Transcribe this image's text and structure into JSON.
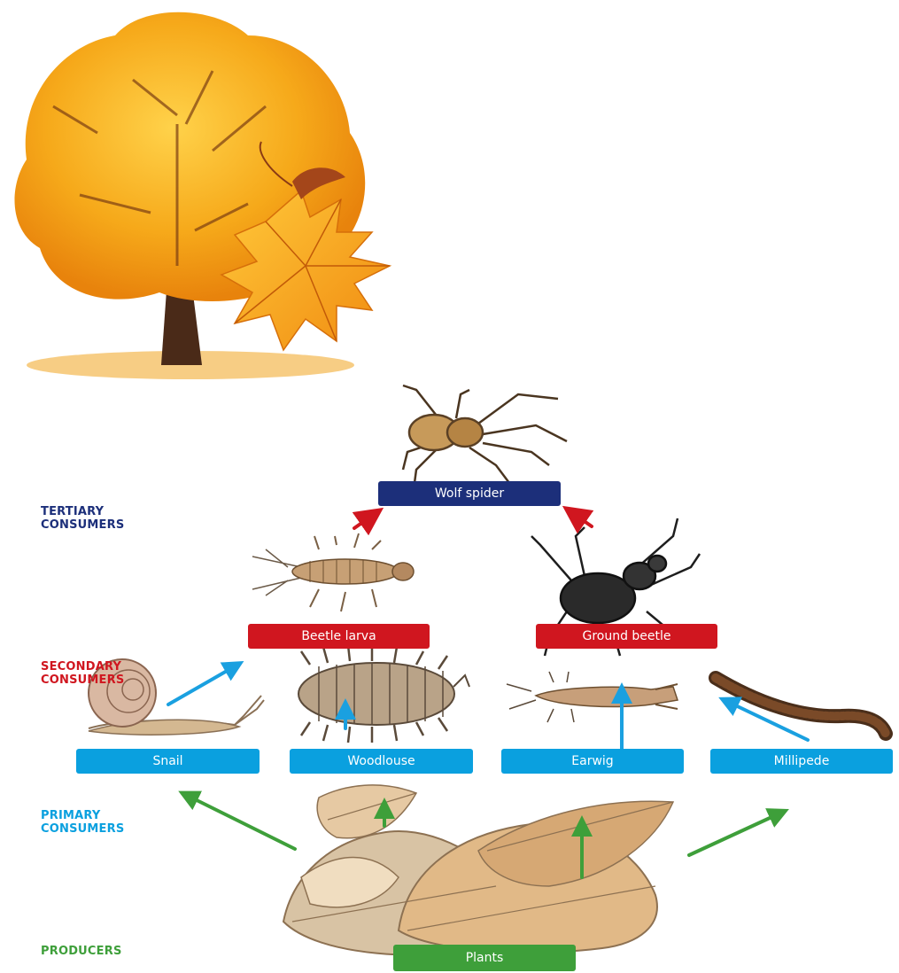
{
  "levels": {
    "tertiary": "TERTIARY\nCONSUMERS",
    "secondary": "SECONDARY\nCONSUMERS",
    "primary": "PRIMARY\nCONSUMERS",
    "producers": "PRODUCERS"
  },
  "organisms": {
    "wolf_spider": "Wolf spider",
    "beetle_larva": "Beetle larva",
    "ground_beetle": "Ground beetle",
    "snail": "Snail",
    "woodlouse": "Woodlouse",
    "earwig": "Earwig",
    "millipede": "Millipede",
    "plants": "Plants"
  },
  "colors": {
    "tertiary": "#1c2f7a",
    "secondary": "#d0161f",
    "primary": "#0aa0df",
    "producers": "#3e9f3a",
    "arrow_red": "#d0161f",
    "arrow_blue": "#1aa0e0",
    "arrow_green": "#3e9f3a"
  }
}
